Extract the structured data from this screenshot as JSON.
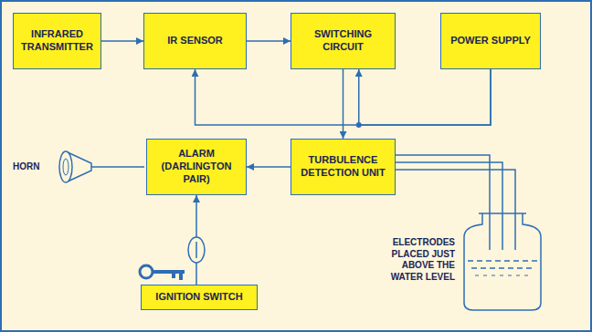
{
  "diagram": {
    "nodes": [
      {
        "text": [
          "INFRARED TRANSMITTER"
        ]
      },
      {
        "text": [
          "IR SENSOR"
        ]
      },
      {
        "text": [
          "SWITCHING CIRCUIT"
        ]
      },
      {
        "text": [
          "POWER SUPPLY"
        ]
      },
      {
        "text": [
          "ALARM (DARLINGTON PAIR)"
        ]
      },
      {
        "text": [
          "TURBULENCE DETECTION UNIT"
        ]
      },
      {
        "text": [
          "IGNITION SWITCH"
        ]
      }
    ],
    "edges": [
      {
        "from": 0,
        "to": 1,
        "arrow": "to"
      },
      {
        "from": 1,
        "to": 2,
        "arrow": "to"
      },
      {
        "from": 3,
        "to": 1,
        "arrow": "to"
      },
      {
        "from": 3,
        "to": 2,
        "arrow": "to"
      },
      {
        "from": 2,
        "to": 5,
        "arrow": "to"
      },
      {
        "from": 5,
        "to": 4,
        "arrow": "to"
      },
      {
        "from": 6,
        "to": 4,
        "arrow": "to"
      }
    ],
    "labels": [
      "HORN",
      "ELECTRODES PLACED JUST ABOVE THE WATER LEVEL"
    ]
  }
}
